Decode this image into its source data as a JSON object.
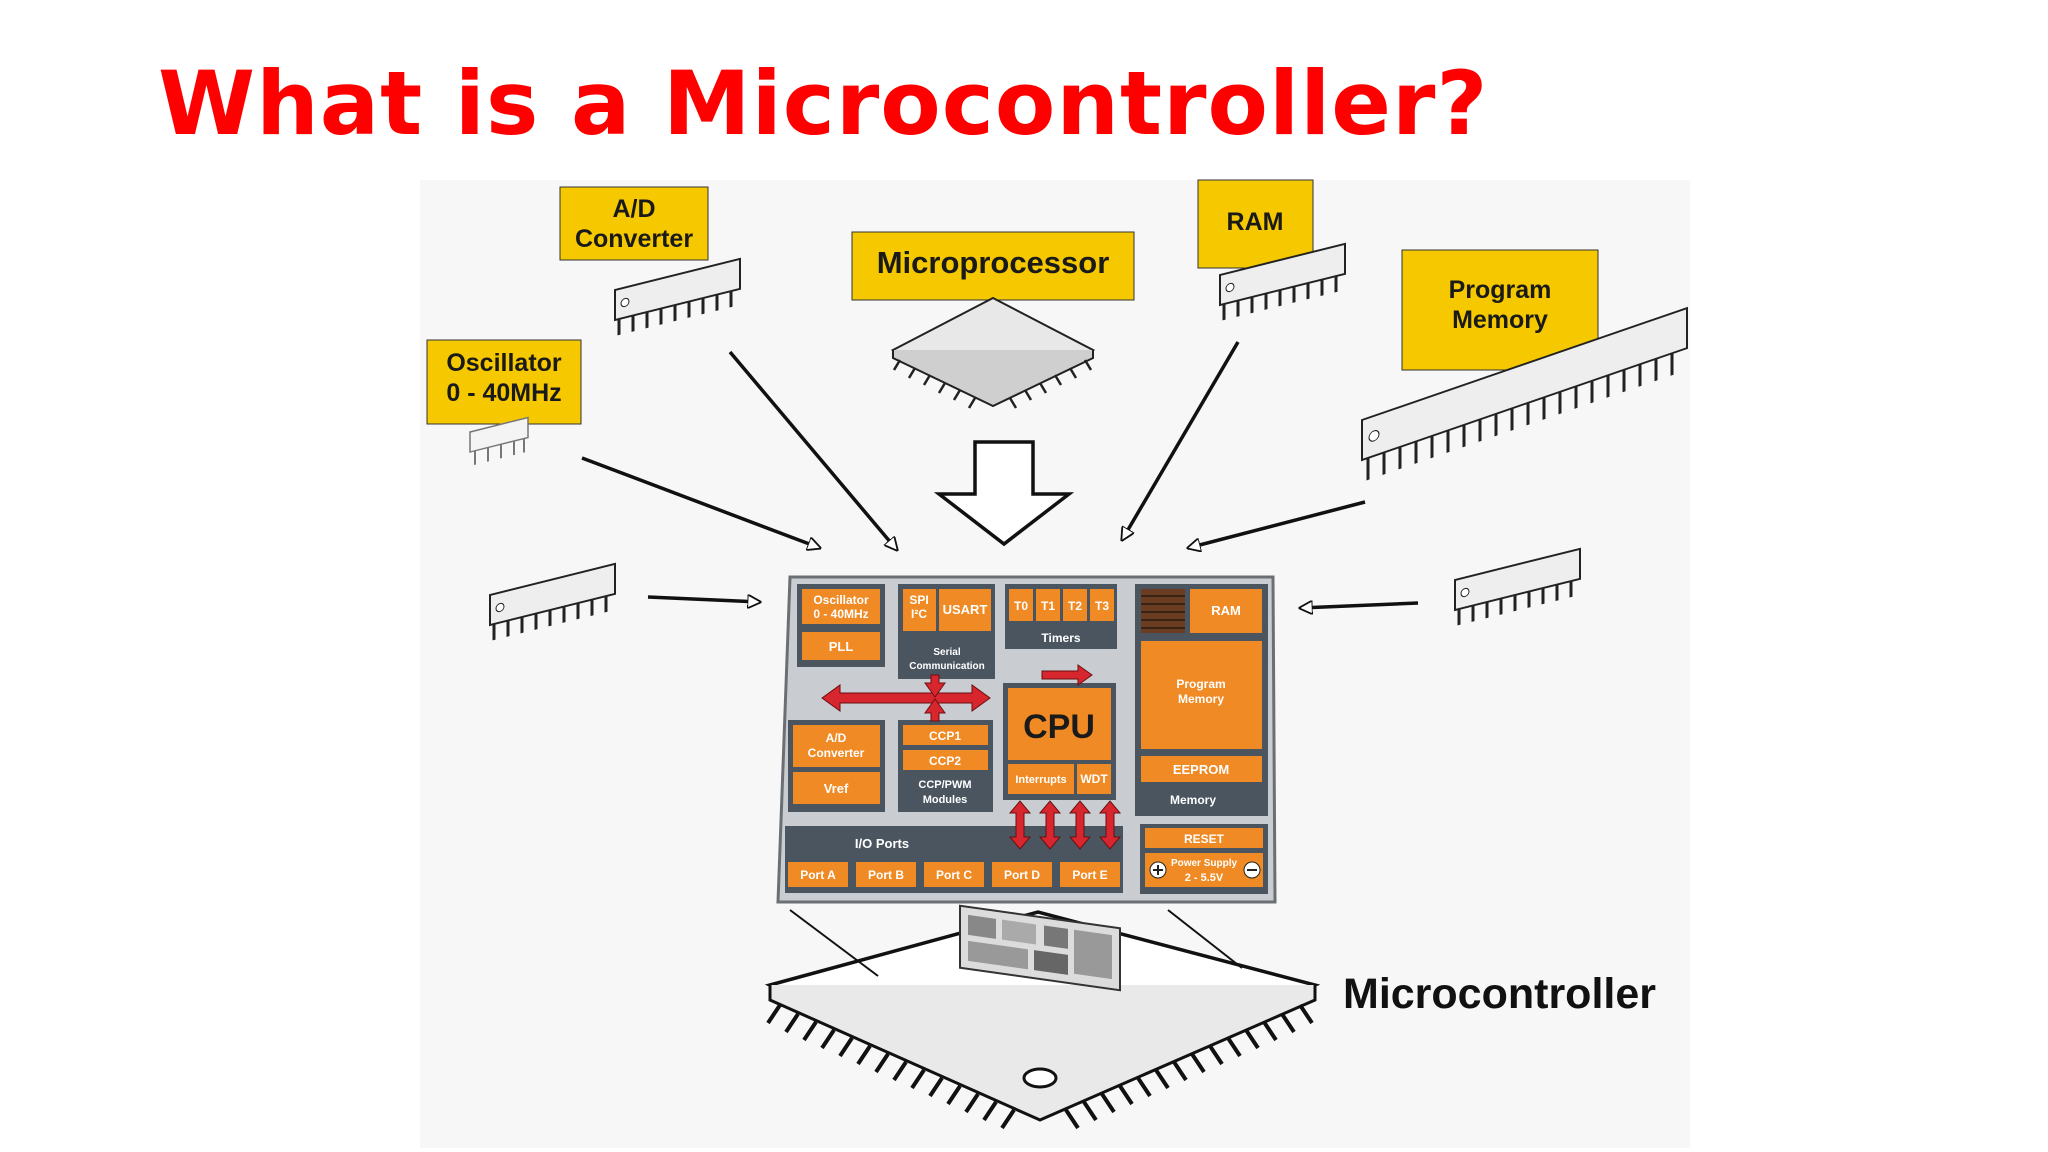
{
  "title": "What is a Microcontroller?",
  "components": {
    "ad_converter": [
      "A/D",
      "Converter"
    ],
    "microprocessor": "Microprocessor",
    "ram": "RAM",
    "program_memory": [
      "Program",
      "Memory"
    ],
    "oscillator": [
      "Oscillator",
      "0 - 40MHz"
    ]
  },
  "microcontroller_label": "Microcontroller",
  "die_blocks": {
    "oscillator": [
      "Oscillator",
      "0 - 40MHz"
    ],
    "pll": "PLL",
    "spi": [
      "SPI",
      "I²C"
    ],
    "usart": "USART",
    "serial": [
      "Serial",
      "Communication"
    ],
    "timers": [
      "T0",
      "T1",
      "T2",
      "T3"
    ],
    "timers_label": "Timers",
    "ram": "RAM",
    "program_memory": [
      "Program",
      "Memory"
    ],
    "eeprom": "EEPROM",
    "memory_label": "Memory",
    "cpu": "CPU",
    "interrupts": "Interrupts",
    "wdt": "WDT",
    "ad_converter": [
      "A/D",
      "Converter"
    ],
    "vref": "Vref",
    "ccp1": "CCP1",
    "ccp2": "CCP2",
    "ccp_label": [
      "CCP/PWM",
      "Modules"
    ],
    "io_ports_label": "I/O Ports",
    "ports": [
      "Port A",
      "Port B",
      "Port C",
      "Port D",
      "Port E"
    ],
    "reset": "RESET",
    "power_supply": [
      "Power Supply",
      "2 - 5.5V"
    ]
  },
  "colors": {
    "title": "#ff0000",
    "label_yellow": "#f5c800",
    "block_orange": "#f08a24",
    "section_gray": "#4a5560",
    "die_bg": "#c9ccd0",
    "arrow_red": "#d8262e"
  }
}
